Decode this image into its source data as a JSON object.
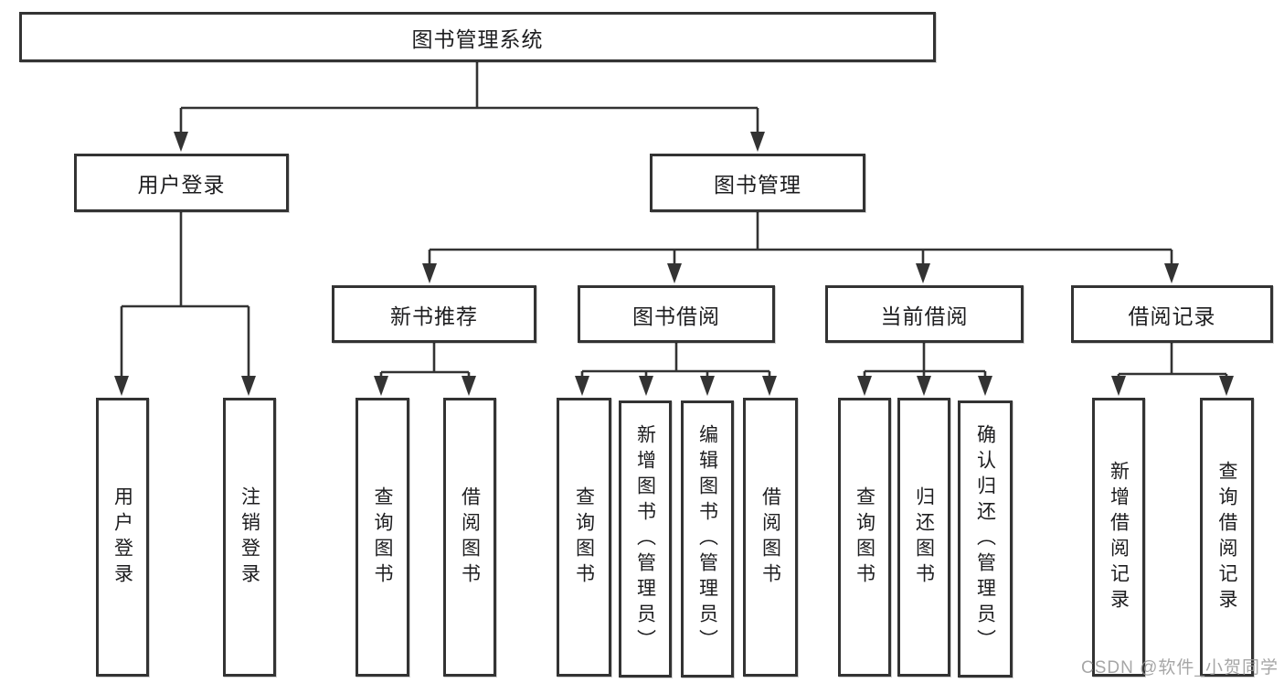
{
  "diagram": {
    "root": {
      "label": "图书管理系统"
    },
    "branches": [
      {
        "label": "用户登录",
        "children": [
          {
            "label": "用户登录"
          },
          {
            "label": "注销登录"
          }
        ]
      },
      {
        "label": "图书管理",
        "children": [
          {
            "label": "新书推荐",
            "children": [
              {
                "label": "查询图书"
              },
              {
                "label": "借阅图书"
              }
            ]
          },
          {
            "label": "图书借阅",
            "children": [
              {
                "label": "查询图书"
              },
              {
                "label": "新增图书（管理员）"
              },
              {
                "label": "编辑图书（管理员）"
              },
              {
                "label": "借阅图书"
              }
            ]
          },
          {
            "label": "当前借阅",
            "children": [
              {
                "label": "查询图书"
              },
              {
                "label": "归还图书"
              },
              {
                "label": "确认归还（管理员）"
              }
            ]
          },
          {
            "label": "借阅记录",
            "children": [
              {
                "label": "新增借阅记录"
              },
              {
                "label": "查询借阅记录"
              }
            ]
          }
        ]
      }
    ]
  },
  "watermark": {
    "text": "CSDN @软件_小贺同学"
  },
  "colors": {
    "line": "#333333",
    "box_border": "#333333",
    "text": "#1d1d1f",
    "watermark": "#969696",
    "background": "#ffffff"
  }
}
